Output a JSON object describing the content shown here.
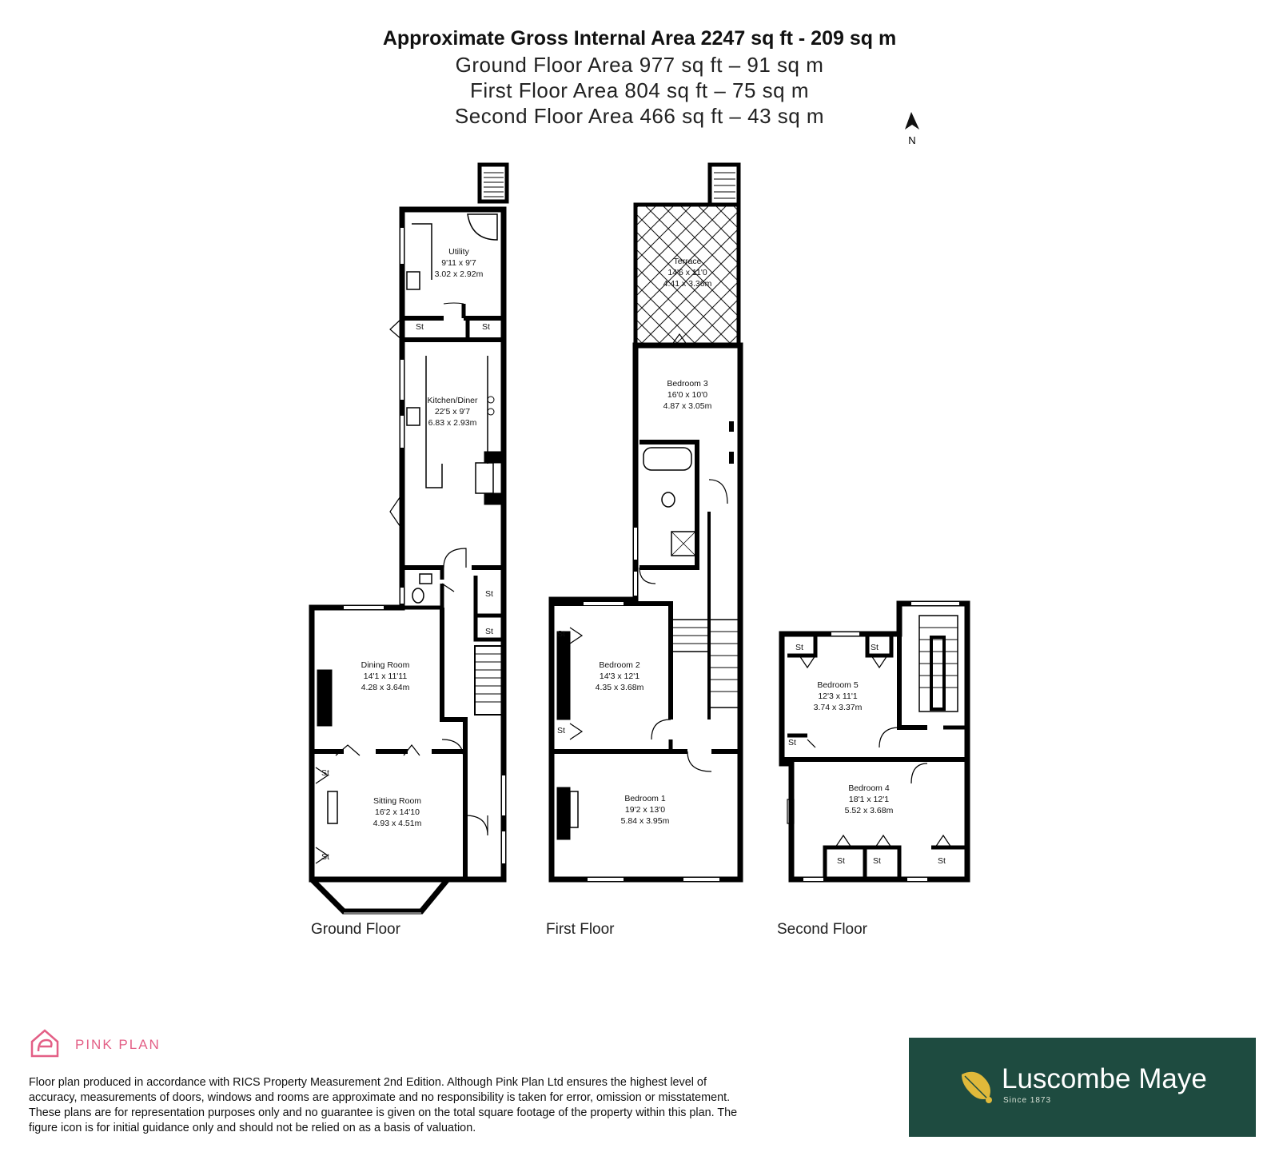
{
  "header": {
    "title": "Approximate Gross Internal Area 2247 sq ft - 209 sq m",
    "ground": "Ground Floor Area 977 sq ft – 91 sq m",
    "first": "First Floor Area 804 sq ft – 75 sq m",
    "second": "Second Floor Area 466 sq ft – 43 sq m"
  },
  "compass": {
    "label": "N"
  },
  "floors": {
    "ground": "Ground Floor",
    "first": "First Floor",
    "second": "Second Floor"
  },
  "rooms": {
    "utility": {
      "name": "Utility",
      "imp": "9'11 x 9'7",
      "met": "3.02 x 2.92m"
    },
    "kitchen": {
      "name": "Kitchen/Diner",
      "imp": "22'5 x 9'7",
      "met": "6.83 x 2.93m"
    },
    "dining": {
      "name": "Dining Room",
      "imp": "14'1 x 11'11",
      "met": "4.28 x 3.64m"
    },
    "sitting": {
      "name": "Sitting Room",
      "imp": "16'2 x 14'10",
      "met": "4.93 x 4.51m"
    },
    "terrace": {
      "name": "Terrace",
      "imp": "14'6 x 11'0",
      "met": "4.41 x 3.36m"
    },
    "bed3": {
      "name": "Bedroom 3",
      "imp": "16'0 x 10'0",
      "met": "4.87 x 3.05m"
    },
    "bed2": {
      "name": "Bedroom 2",
      "imp": "14'3 x 12'1",
      "met": "4.35 x 3.68m"
    },
    "bed1": {
      "name": "Bedroom 1",
      "imp": "19'2 x 13'0",
      "met": "5.84 x 3.95m"
    },
    "bed5": {
      "name": "Bedroom 5",
      "imp": "12'3 x 11'1",
      "met": "3.74 x 3.37m"
    },
    "bed4": {
      "name": "Bedroom 4",
      "imp": "18'1 x 12'1",
      "met": "5.52 x 3.68m"
    }
  },
  "storage_label": "St",
  "brand": {
    "name": "PINK PLAN"
  },
  "disclaimer": "Floor plan produced in accordance with RICS Property Measurement 2nd Edition. Although Pink Plan Ltd ensures the highest level of accuracy, measurements of doors, windows and rooms are approximate and no responsibility is taken for error, omission or misstatement. These plans are for representation purposes only and no guarantee is given on the total square footage of the property within this plan. The figure icon is for initial guidance only and should not be relied on as a basis of valuation.",
  "agent": {
    "name": "Luscombe Maye",
    "since": "Since 1873"
  },
  "colors": {
    "pink": "#e35f86",
    "agent_bg": "#1e4b40",
    "wall": "#000000"
  }
}
